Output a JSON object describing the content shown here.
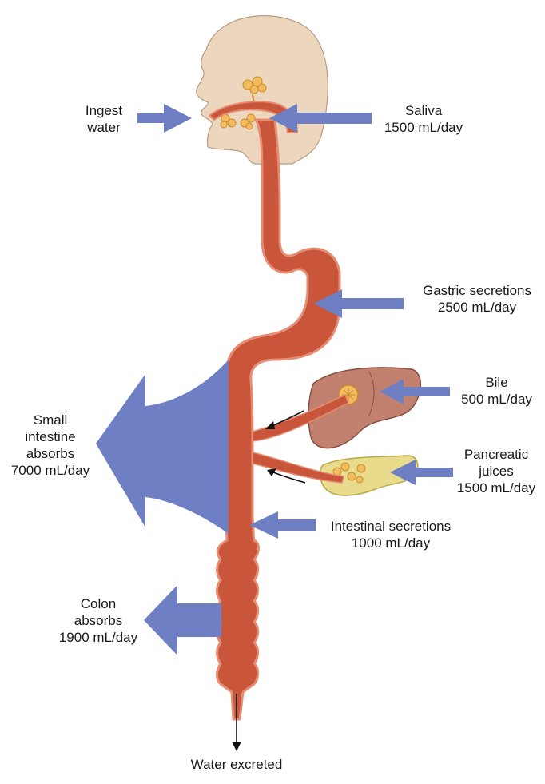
{
  "colors": {
    "flow_arrow": "#6f7fc4",
    "gut": "#c9553a",
    "gut_outline": "#e58d72",
    "head_skin": "#ecd6be",
    "gland": "#f3bc5f",
    "liver": "#c2806f",
    "pancreas": "#e8dc8c"
  },
  "labels": {
    "ingest_water": [
      "Ingest",
      "water"
    ],
    "saliva": [
      "Saliva",
      "1500 mL/day"
    ],
    "gastric": [
      "Gastric secretions",
      "2500 mL/day"
    ],
    "bile": [
      "Bile",
      "500 mL/day"
    ],
    "pancreatic": [
      "Pancreatic",
      "juices",
      "1500 mL/day"
    ],
    "small_intestine": [
      "Small",
      "intestine",
      "absorbs",
      "7000 mL/day"
    ],
    "intestinal": [
      "Intestinal secretions",
      "1000 mL/day"
    ],
    "colon": [
      "Colon",
      "absorbs",
      "1900 mL/day"
    ],
    "excreted": [
      "Water excreted"
    ]
  }
}
